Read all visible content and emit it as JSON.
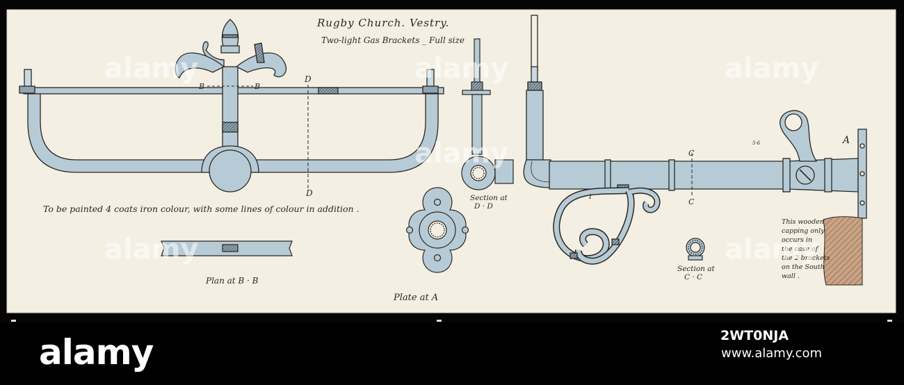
{
  "title": "Rugby Church. Vestry.",
  "subtitle": "Two-light Gas Brackets _ Full size",
  "note_paint": "To be painted 4 coats iron colour, with some lines of colour in addition .",
  "labels": {
    "bb_left": "B",
    "bb_right": "B",
    "d_top": "D",
    "d_bottom": "D",
    "section_dd_line1": "Section at",
    "section_dd_line2": "D · D",
    "plan_bb": "Plan at B · B",
    "plate_a": "Plate at A",
    "c_top": "C",
    "c_bottom": "C",
    "section_cc_line1": "Section at",
    "section_cc_line2": "C · C",
    "a_mark": "A",
    "digit_one": "1",
    "small_mark": "5·6"
  },
  "wooden_note": [
    "This wooden",
    "capping only",
    "occurs in",
    "the case of",
    "the 2 brackets",
    "on the South",
    "wall ."
  ],
  "watermark": "alamy",
  "footer": {
    "logo": "alamy",
    "image_id": "2WT0NJA",
    "url": "www.alamy.com"
  },
  "colors": {
    "paper": "#f4efe3",
    "iron_fill": "#b7cbd6",
    "ink": "#2a2621",
    "hatch_brown": "#b58c6c"
  }
}
